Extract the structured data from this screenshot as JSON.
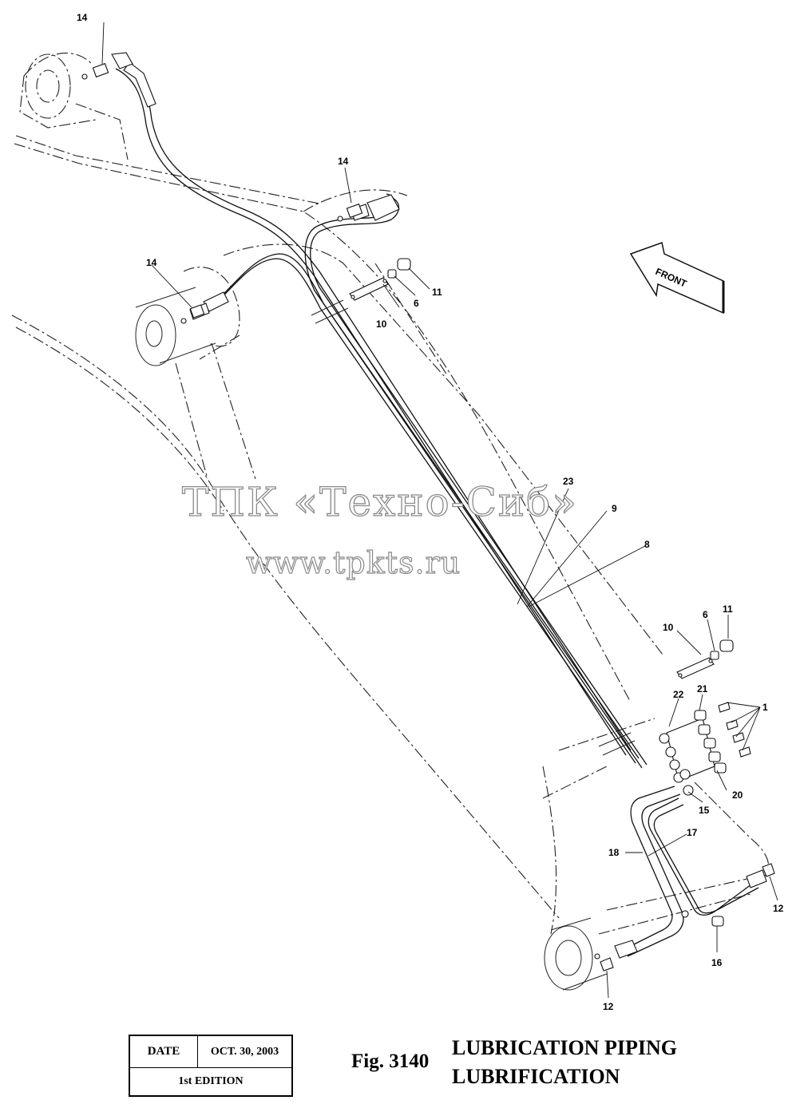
{
  "watermark": {
    "line1": "ТПК «Техно-Сиб»",
    "line2": "www.tpkts.ru"
  },
  "front_arrow": {
    "label": "FRONT"
  },
  "callouts": {
    "c14a": "14",
    "c14b": "14",
    "c14c": "14",
    "c11a": "11",
    "c6a": "6",
    "c10a": "10",
    "c23": "23",
    "c9": "9",
    "c8": "8",
    "c10b": "10",
    "c6b": "6",
    "c11b": "11",
    "c22": "22",
    "c21": "21",
    "c1": "1",
    "c20": "20",
    "c15": "15",
    "c17": "17",
    "c18": "18",
    "c12a": "12",
    "c16": "16",
    "c12b": "12"
  },
  "title_block": {
    "date_label": "DATE",
    "date_value": "OCT. 30, 2003",
    "edition": "1st EDITION"
  },
  "figure": {
    "number": "Fig. 3140",
    "title_line1": "LUBRICATION PIPING",
    "title_line2": "LUBRIFICATION"
  }
}
